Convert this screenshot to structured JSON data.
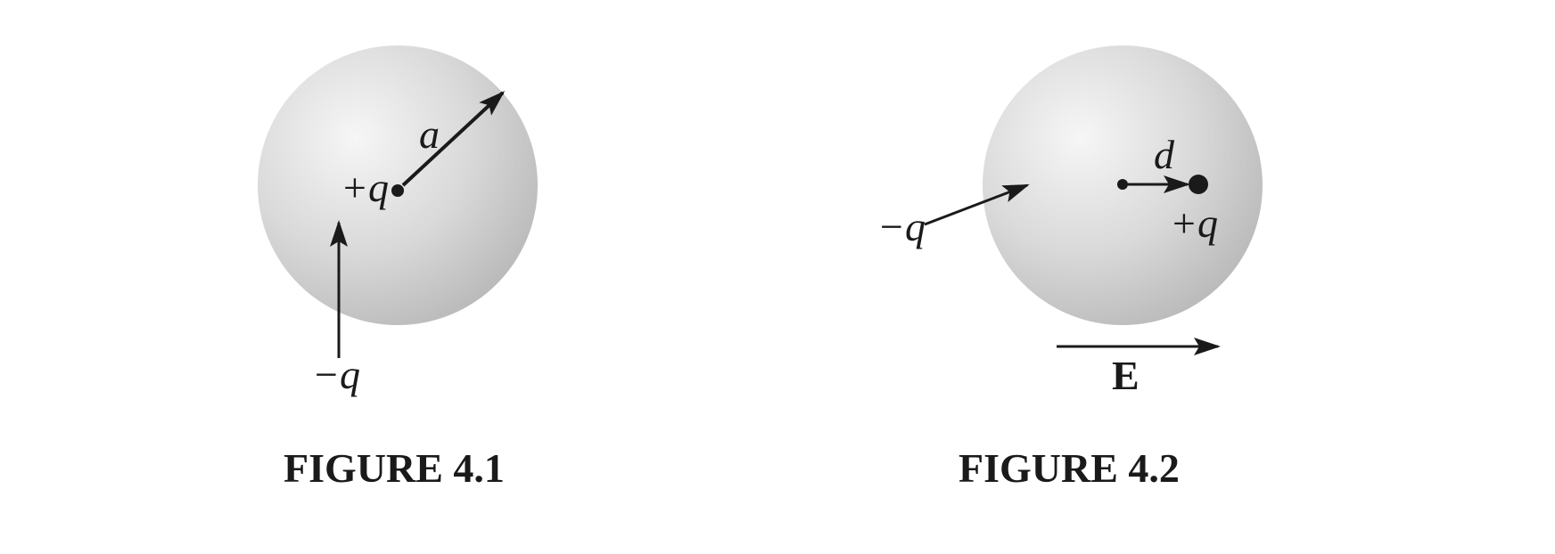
{
  "figure1": {
    "caption": "FIGURE 4.1",
    "center_charge": "+q",
    "radius_label": "a",
    "external_charge": "−q"
  },
  "figure2": {
    "caption": "FIGURE 4.2",
    "external_charge": "−q",
    "displacement_label": "d",
    "displaced_charge": "+q",
    "field_label": "E"
  },
  "colors": {
    "ink": "#1a1a1a",
    "sphere_light": "#f4f4f4",
    "sphere_dark": "#b9b9b9"
  }
}
